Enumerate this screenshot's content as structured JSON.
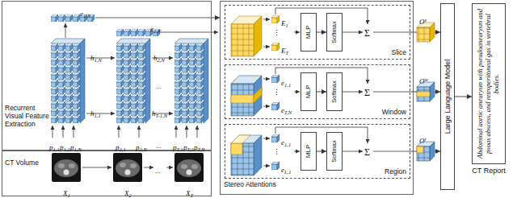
{
  "diagram": {
    "nodes": [
      {
        "text": [
          "Recurrent Visual Feature Extraction"
        ]
      },
      {
        "text": [
          "CT Volume"
        ]
      },
      {
        "text": [
          "Stereo Attentions"
        ]
      },
      {
        "text": [
          "Slice"
        ],
        "in": 2
      },
      {
        "text": [
          "MLP"
        ],
        "in": 3
      },
      {
        "text": [
          "Softmax"
        ],
        "in": 3
      },
      {
        "text": [
          "Window"
        ],
        "in": 2
      },
      {
        "text": [
          "MLP"
        ],
        "in": 6
      },
      {
        "text": [
          "Softmax"
        ],
        "in": 6
      },
      {
        "text": [
          "Region"
        ],
        "in": 2
      },
      {
        "text": [
          "MLP"
        ],
        "in": 9
      },
      {
        "text": [
          "Softmax"
        ],
        "in": 9
      },
      {
        "text": [
          "Large Language Model"
        ]
      },
      {
        "text": [
          "Abdominal aortic aneurysm with pseudoaneurysm and psoas abscess, and retroperitoneal gas in vertebral bodies.",
          "CT Report"
        ]
      }
    ],
    "edges": [
      {
        "from": 0,
        "to": 2,
        "arrow": "to"
      },
      {
        "from": 4,
        "to": 5,
        "arrow": "to"
      },
      {
        "from": 7,
        "to": 8,
        "arrow": "to"
      },
      {
        "from": 10,
        "to": 11,
        "arrow": "to"
      },
      {
        "from": 3,
        "to": 12,
        "arrow": "to"
      },
      {
        "from": 6,
        "to": 12,
        "arrow": "to"
      },
      {
        "from": 9,
        "to": 12,
        "arrow": "to"
      },
      {
        "from": 12,
        "to": 13,
        "arrow": "to"
      }
    ],
    "labels": [
      "e1,N",
      "e2,N",
      "h1,N",
      "h1,1",
      "h2,N",
      "hT-1,N",
      "...",
      "p1,1",
      "p1,2",
      "p1,N",
      "p2,1",
      "p2,N",
      "...",
      "pT,1",
      "pT,2",
      "pT,N",
      "X1",
      "X2",
      "...",
      "XT",
      "E1",
      "⋮",
      "ET",
      "Σ",
      "e1,1",
      "⋮",
      "eT,N",
      "Σ",
      "e1,1",
      "⋮",
      "eL,1",
      "Σ",
      "Os",
      "Ow",
      "Or"
    ]
  }
}
